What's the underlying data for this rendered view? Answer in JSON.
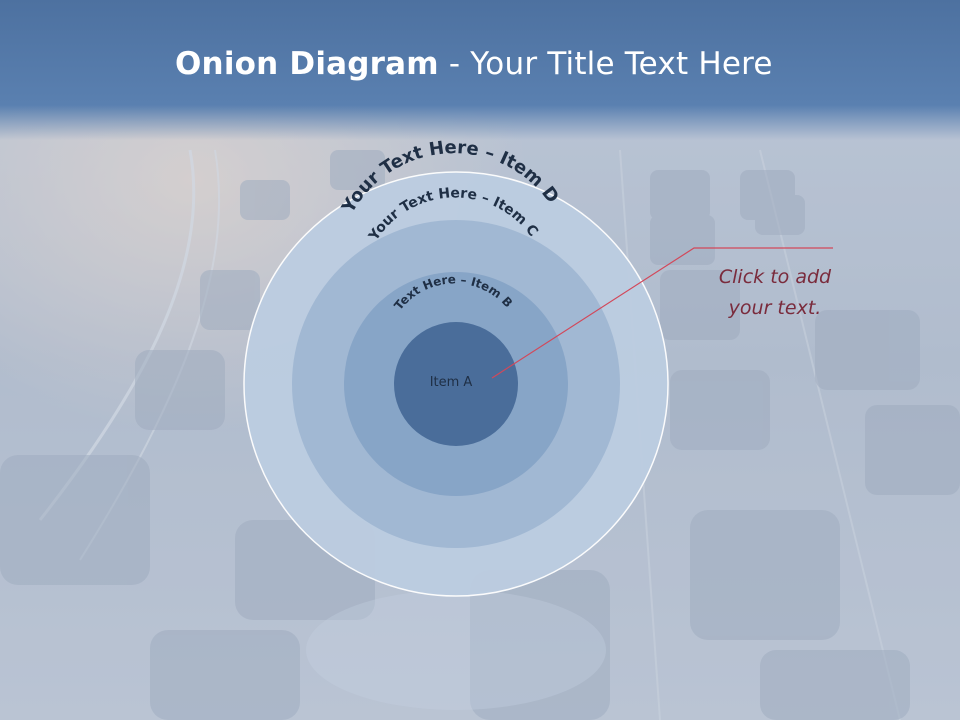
{
  "slide": {
    "title_bold": "Onion Diagram",
    "title_rest": " - Your Title Text Here"
  },
  "onion": {
    "layers": [
      {
        "label": "Item A",
        "color": "#4a6d9a"
      },
      {
        "label": "Text Here – Item B",
        "color": "#86a3c6"
      },
      {
        "label": "Your Text Here – Item C",
        "color": "#9fb6d2"
      },
      {
        "label": "Your Text Here – Item D",
        "color": "#bccde1"
      }
    ]
  },
  "callout": {
    "line1": "Click  to add",
    "line2": "your text.",
    "color": "#7a2b3c",
    "line_color": "#d2485a"
  },
  "colors": {
    "header": "#5a7fae",
    "title_text": "#ffffff",
    "label_text": "#1f2f45"
  }
}
